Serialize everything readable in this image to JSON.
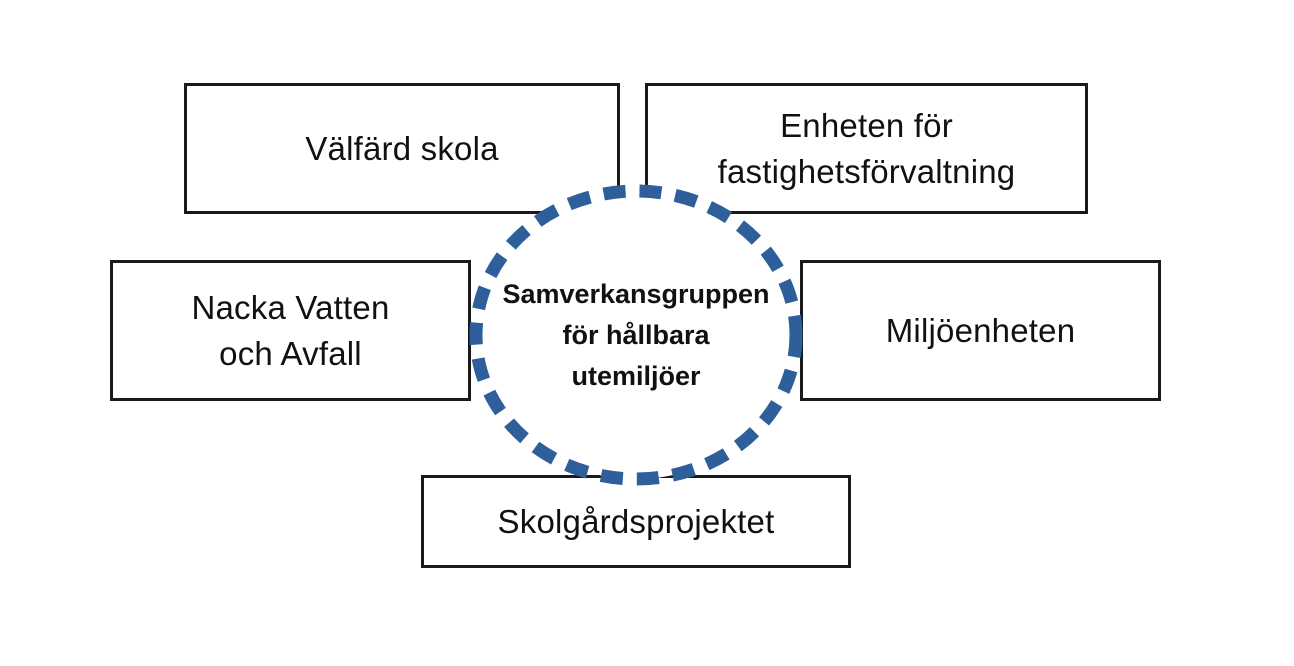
{
  "diagram": {
    "center": {
      "lines": [
        "Samverkansgruppen",
        "för hållbara",
        "utemiljöer"
      ],
      "stroke_color": "#2e5f9a"
    },
    "boxes": {
      "valfard_skola": {
        "lines": [
          "Välfärd skola"
        ]
      },
      "fastighetsforvaltning": {
        "lines": [
          "Enheten för",
          "fastighetsförvaltning"
        ]
      },
      "nacka_vatten": {
        "lines": [
          "Nacka Vatten",
          "och Avfall"
        ]
      },
      "miljoenheten": {
        "lines": [
          "Miljöenheten"
        ]
      },
      "skolgardsprojektet": {
        "lines": [
          "Skolgårdsprojektet"
        ]
      }
    }
  }
}
